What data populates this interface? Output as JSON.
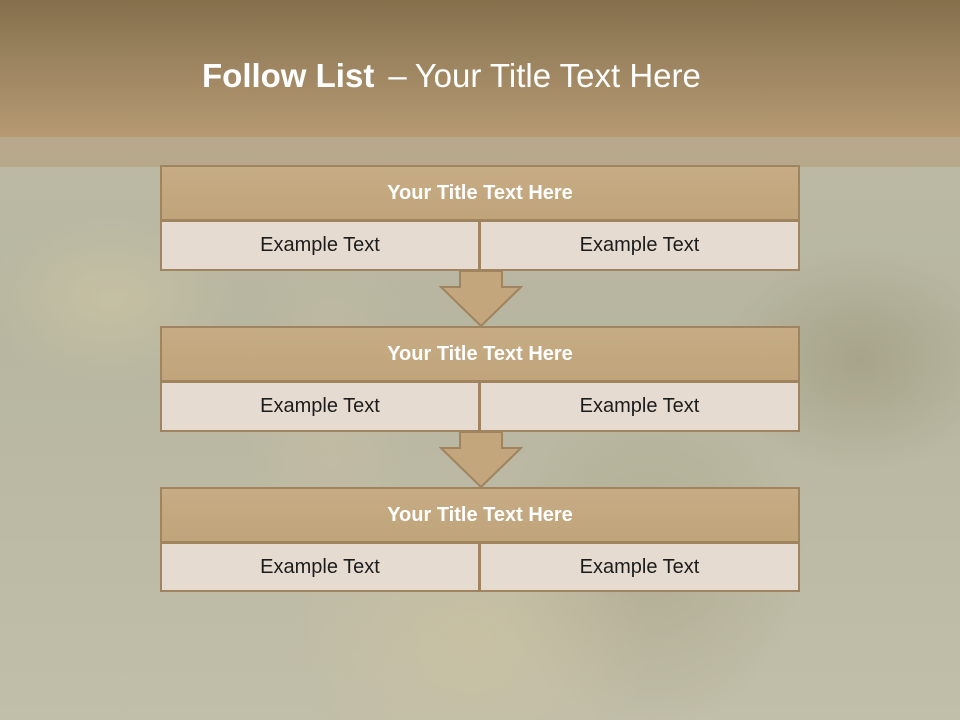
{
  "slide": {
    "title_bold": "Follow List",
    "title_separator": "–",
    "title_rest": "Your Title Text Here"
  },
  "blocks": [
    {
      "title": "Your Title Text Here",
      "left": "Example Text",
      "right": "Example Text"
    },
    {
      "title": "Your Title Text Here",
      "left": "Example Text",
      "right": "Example Text"
    },
    {
      "title": "Your Title Text Here",
      "left": "Example Text",
      "right": "Example Text"
    }
  ],
  "colors": {
    "title_band": "#9c8460",
    "block_header": "#c2a77d",
    "block_border": "#a08460",
    "cell_fill": "#e6dbd0"
  }
}
